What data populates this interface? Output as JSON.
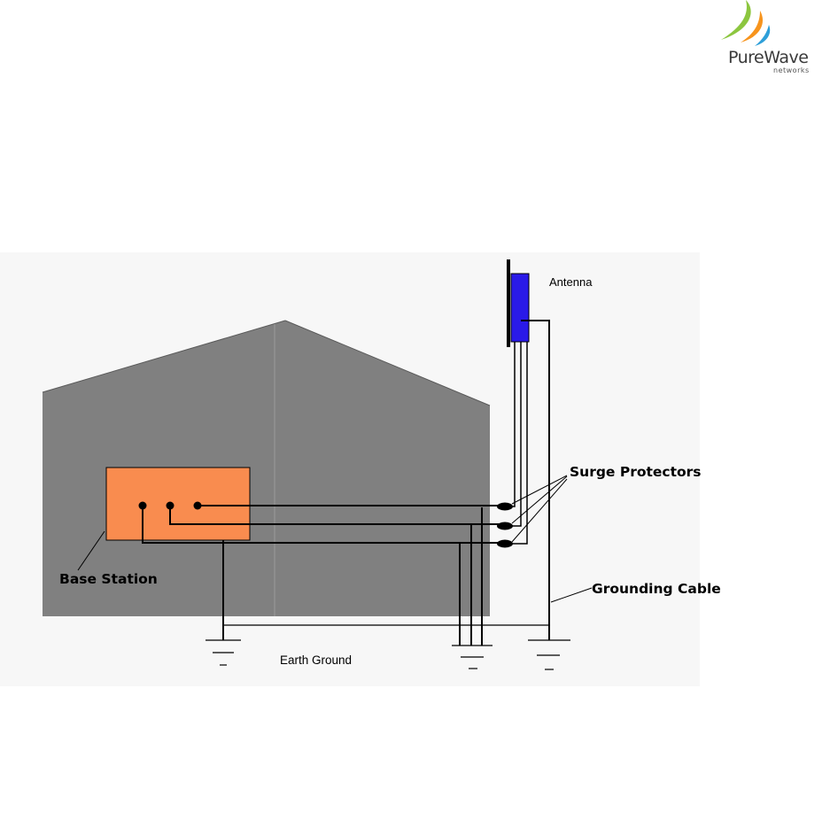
{
  "logo": {
    "name": "PureWave",
    "sub": "networks",
    "colors": {
      "green": "#8cc63f",
      "orange": "#f7941d",
      "blue": "#2e9fd9",
      "text": "#3a3a3a"
    }
  },
  "labels": {
    "antenna": "Antenna",
    "surge_protectors": "Surge Protectors",
    "base_station": "Base Station",
    "grounding_cable": "Grounding Cable",
    "earth_ground": "Earth Ground"
  },
  "colors": {
    "building": "#808080",
    "base_station": "#f98c4f",
    "antenna": "#2a1ae8",
    "wire": "#000000"
  }
}
